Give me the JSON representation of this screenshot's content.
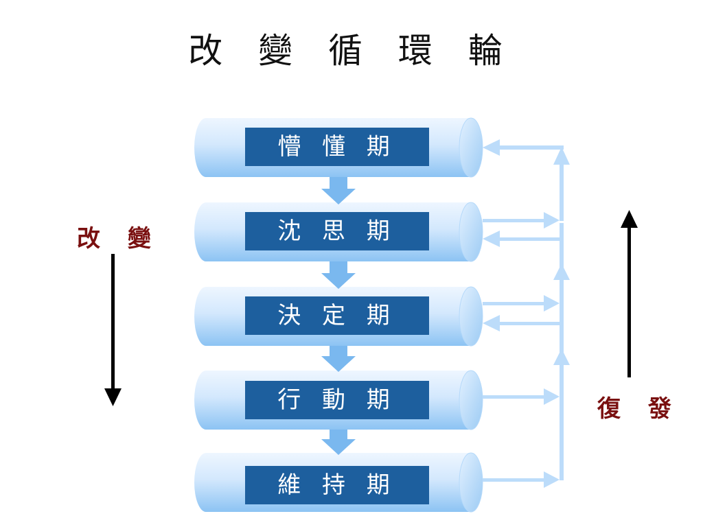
{
  "title": "改 變 循 環 輪",
  "left_label": "改 變",
  "right_label": "復 發",
  "stages": [
    {
      "label": "懵 懂 期"
    },
    {
      "label": "沈 思 期"
    },
    {
      "label": "決 定 期"
    },
    {
      "label": "行 動 期"
    },
    {
      "label": "維 持 期"
    }
  ],
  "colors": {
    "label_bg": "#1d5f9e",
    "side_text": "#7a1010",
    "arrow_blue": "#7ab8ef",
    "feedback_blue": "#bcdcfa",
    "cylinder_light": "#eaf4ff",
    "cylinder_dark": "#8cc3f3"
  }
}
